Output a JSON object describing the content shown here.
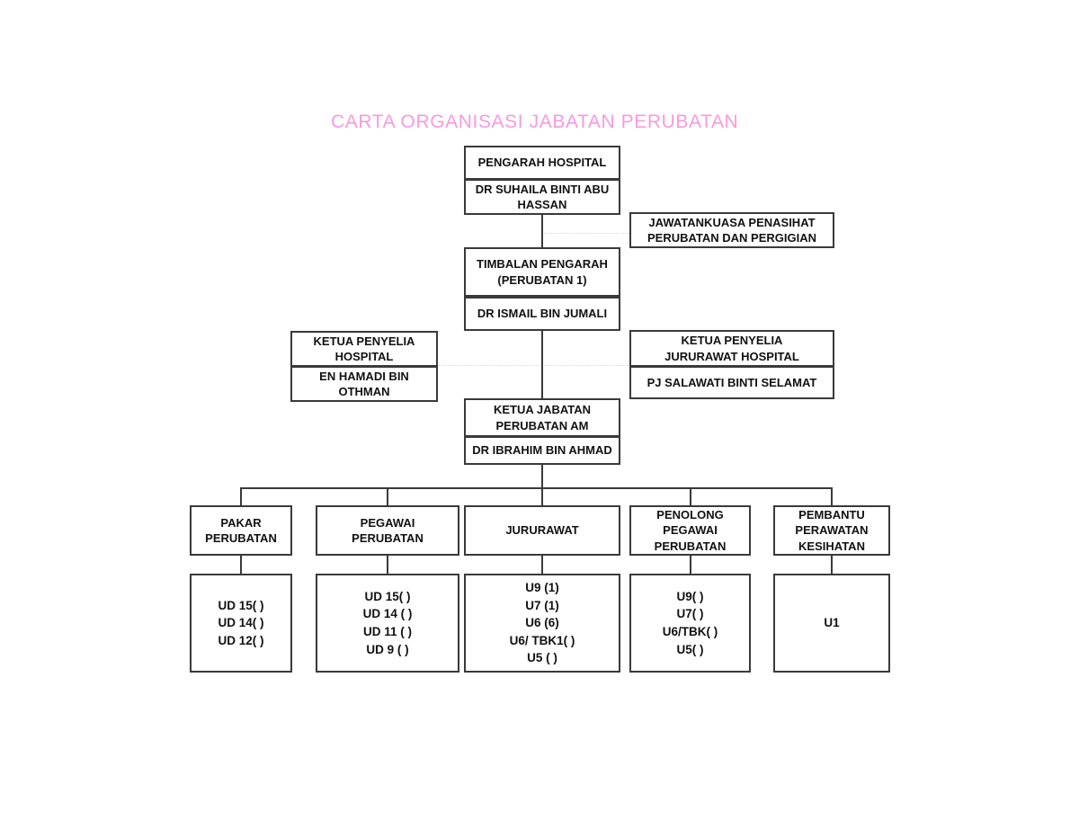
{
  "title": "CARTA ORGANISASI  JABATAN PERUBATAN",
  "colors": {
    "title": "#f79ae0",
    "box_border": "#3a3a3a",
    "connector": "#3a3a3a",
    "dotted_connector": "#d8d8d8",
    "text": "#111111",
    "background": "#ffffff"
  },
  "nodes": {
    "director": {
      "role": "PENGARAH HOSPITAL",
      "name_line1": "DR SUHAILA BINTI ABU",
      "name_line2": "HASSAN"
    },
    "advisory_committee": {
      "line1": "JAWATANKUASA PENASIHAT",
      "line2": "PERUBATAN DAN PERGIGIAN"
    },
    "deputy_director": {
      "role_line1": "TIMBALAN  PENGARAH",
      "role_line2": "(PERUBATAN 1)",
      "name": "DR ISMAIL  BIN JUMALI"
    },
    "hospital_supervisor": {
      "role_line1": "KETUA PENYELIA",
      "role_line2": "HOSPITAL",
      "name_line1": "EN HAMADI BIN",
      "name_line2": "OTHMAN"
    },
    "nursing_supervisor": {
      "role_line1": "KETUA PENYELIA",
      "role_line2": "JURURAWAT HOSPITAL",
      "name": "PJ SALAWATI BINTI SELAMAT"
    },
    "department_head": {
      "role_line1": "KETUA JABATAN",
      "role_line2": "PERUBATAN AM",
      "name": "DR IBRAHIM BIN AHMAD"
    }
  },
  "columns": [
    {
      "header_line1": "PAKAR",
      "header_line2": "PERUBATAN",
      "header_line3": "",
      "grades": [
        "UD 15(  )",
        "UD 14(  )",
        "UD 12(  )"
      ]
    },
    {
      "header_line1": "PEGAWAI",
      "header_line2": "PERUBATAN",
      "header_line3": "",
      "grades": [
        "UD 15(  )",
        "UD 14 ( )",
        "UD 11 ( )",
        "UD 9 ( )"
      ]
    },
    {
      "header_line1": "JURURAWAT",
      "header_line2": "",
      "header_line3": "",
      "grades": [
        "U9 (1)",
        "U7 (1)",
        "U6 (6)",
        "U6/ TBK1( )",
        "U5 ( )"
      ]
    },
    {
      "header_line1": "PENOLONG",
      "header_line2": "PEGAWAI",
      "header_line3": "PERUBATAN",
      "grades": [
        "U9( )",
        "U7( )",
        "U6/TBK( )",
        "U5( )"
      ]
    },
    {
      "header_line1": "PEMBANTU",
      "header_line2": "PERAWATAN",
      "header_line3": "KESIHATAN",
      "grades": [
        "U1"
      ]
    }
  ]
}
